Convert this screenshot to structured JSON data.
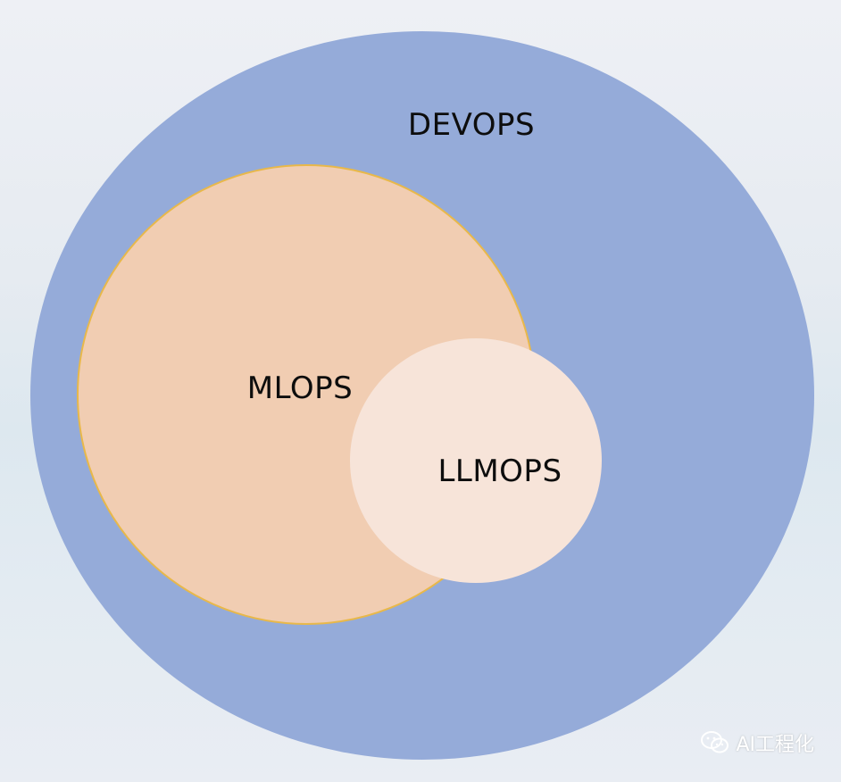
{
  "diagram": {
    "outer": {
      "label": "DEVOPS",
      "color": "#95abd9"
    },
    "middle": {
      "label": "MLOPS",
      "color": "#f1cdb2",
      "border": "#e8b84a"
    },
    "inner": {
      "label": "LLMOPS",
      "color": "#f7e4d9"
    }
  },
  "watermark": {
    "text": "AI工程化",
    "icon": "wechat-icon"
  }
}
